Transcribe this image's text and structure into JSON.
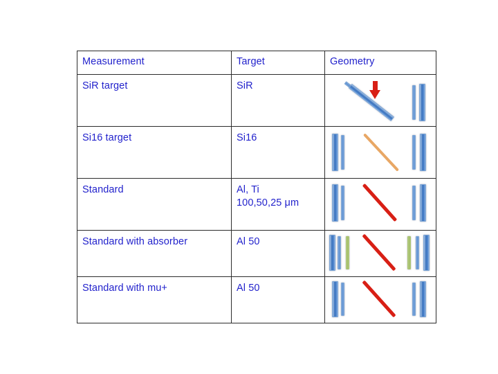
{
  "page": {
    "background_color": "#ffffff",
    "text_color": "#2222cc",
    "border_color": "#2b2b2b"
  },
  "table": {
    "name": "measurement-target-geometry-table",
    "headers": {
      "measurement": "Measurement",
      "target": "Target",
      "geometry": "Geometry"
    },
    "rows": [
      {
        "measurement": "SiR target",
        "target": "SiR",
        "geometry_name": "sir-target-geometry",
        "geometry_description": "Two parallel blue diagonal bars with a red downward arrow and a pair of vertical blue detector bars at right"
      },
      {
        "measurement": "Si16 target",
        "target": "Si16",
        "geometry_name": "si16-target-geometry",
        "geometry_description": "Vertical blue detector bar pair at left and right with an orange diagonal target between them"
      },
      {
        "measurement": "Standard",
        "target": "Al, Ti\n100,50,25 μm",
        "geometry_name": "standard-geometry",
        "geometry_description": "Vertical blue detector bar pair at left and right with a red diagonal target between them"
      },
      {
        "measurement": "Standard with absorber",
        "target": "Al 50",
        "geometry_name": "standard-with-absorber-geometry",
        "geometry_description": "Blue detector bars plus green absorber bars on both sides with a red diagonal target between them"
      },
      {
        "measurement": "Standard with mu+",
        "target": "Al 50",
        "geometry_name": "standard-with-mu-plus-geometry",
        "geometry_description": "Vertical blue detector bar pair at left and right with a red diagonal target between them"
      }
    ]
  },
  "colors": {
    "text_blue": "#2222cc",
    "bar_blue": "#4e86cf",
    "bar_green": "#97b758",
    "target_orange": "#e8a765",
    "target_red": "#d81f15",
    "arrow_red": "#d81f15"
  }
}
